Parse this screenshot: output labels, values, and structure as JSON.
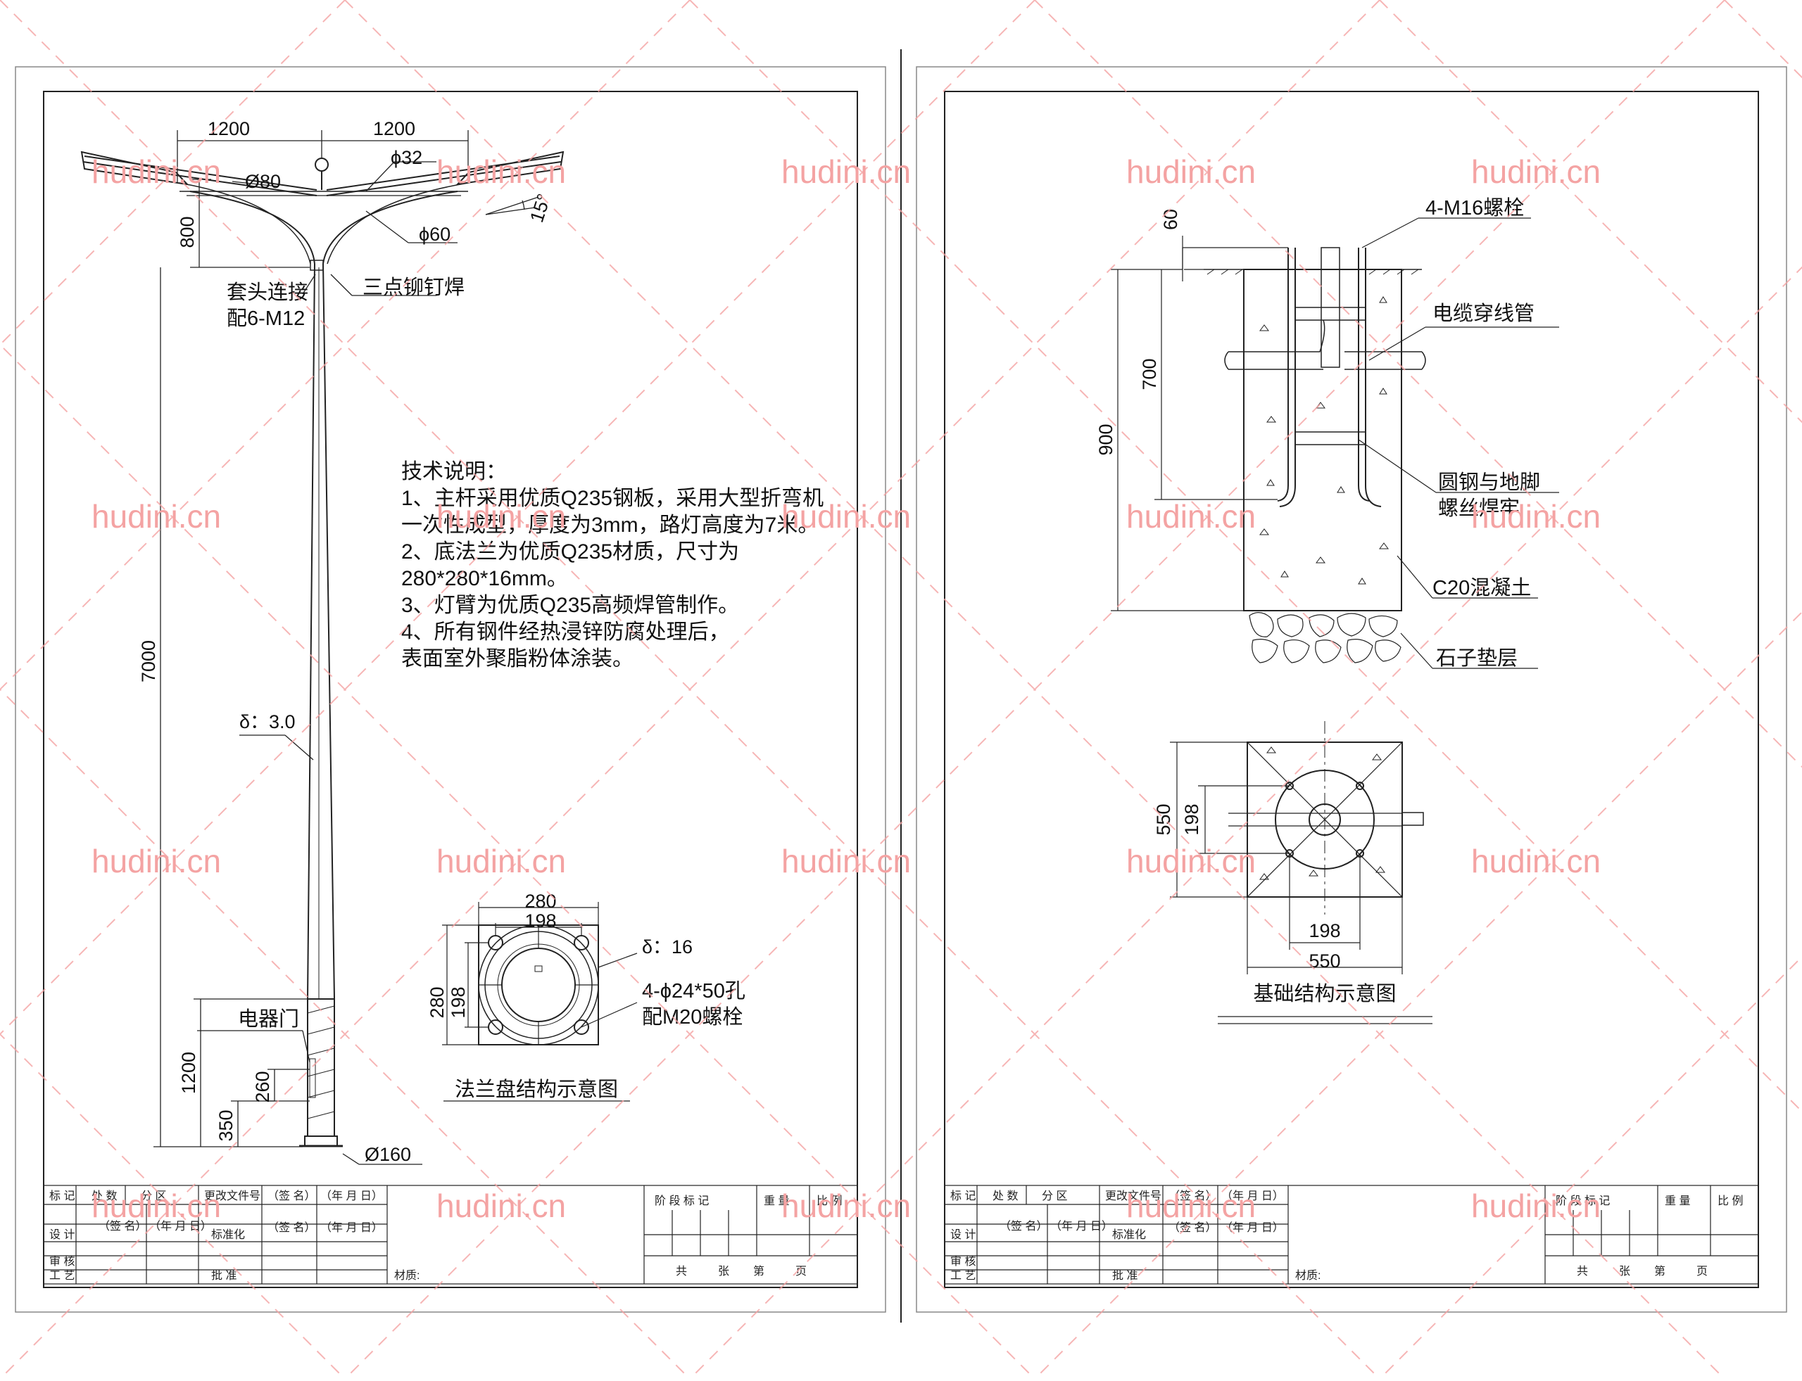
{
  "watermark": "hudini.cn",
  "pole": {
    "dim_arm_left": "1200",
    "dim_arm_right": "1200",
    "dia_32": "ϕ32",
    "dia_80": "Ø80",
    "dia_60": "ϕ60",
    "angle": "15°",
    "dim_800": "800",
    "label_sleeve_1": "套头连接",
    "label_sleeve_2": "配6-M12",
    "label_rivet": "三点铆钉焊",
    "dim_7000": "7000",
    "thickness": "δ：3.0",
    "label_door": "电器门",
    "dim_1200": "1200",
    "dim_260": "260",
    "dim_350": "350",
    "dia_160": "Ø160"
  },
  "notes": {
    "title": "技术说明：",
    "lines": [
      "1、主杆采用优质Q235钢板，采用大型折弯机",
      "一次性成型，厚度为3mm，路灯高度为7米。",
      "2、底法兰为优质Q235材质，尺寸为",
      "280*280*16mm。",
      "3、灯臂为优质Q235高频焊管制作。",
      "4、所有钢件经热浸锌防腐处理后，",
      "表面室外聚脂粉体涂装。"
    ]
  },
  "flange": {
    "dim_280_top": "280",
    "dim_198_top": "198",
    "dim_280_side": "280",
    "dim_198_side": "198",
    "thickness": "δ：16",
    "holes_1": "4-ϕ24*50孔",
    "holes_2": "配M20螺栓",
    "caption": "法兰盘结构示意图"
  },
  "foundation": {
    "bolts": "4-M16螺栓",
    "dim_60": "60",
    "cable_pipe": "电缆穿线管",
    "dim_700": "700",
    "dim_900": "900",
    "weld_1": "圆钢与地脚",
    "weld_2": "螺丝焊牢",
    "concrete": "C20混凝土",
    "gravel": "石子垫层",
    "plan_550_side": "550",
    "plan_198_side": "198",
    "plan_198_bottom": "198",
    "plan_550_bottom": "550",
    "caption": "基础结构示意图"
  },
  "title_block": {
    "r1": [
      "标 记",
      "处 数",
      "分 区",
      "更改文件号",
      "（签 名）",
      "（年 月 日）"
    ],
    "r2": [
      "设 计",
      "（签 名）",
      "（年 月 日）",
      "标准化",
      "（签 名）",
      "（年 月 日）"
    ],
    "r3": [
      "审 核"
    ],
    "r4": [
      "工 艺",
      "批 准",
      "材质:"
    ],
    "right_top": [
      "阶 段 标 记",
      "重 量",
      "比 例"
    ],
    "right_bottom": [
      "共",
      "张",
      "第",
      "页"
    ]
  }
}
